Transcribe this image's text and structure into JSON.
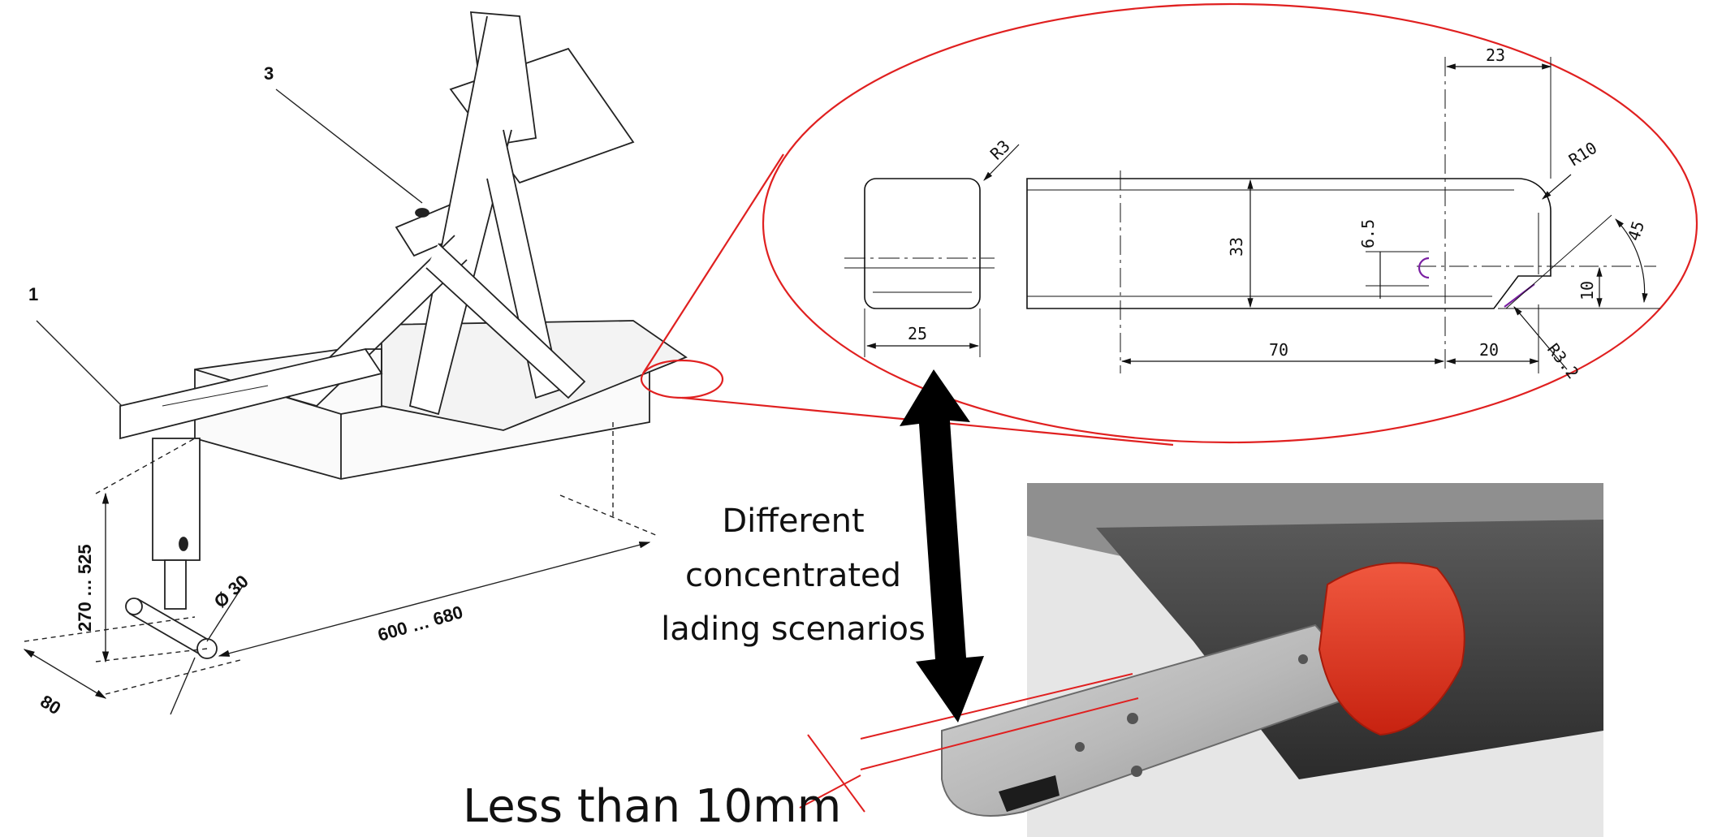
{
  "isometric_fixture": {
    "part_labels": [
      "1",
      "3"
    ],
    "dimensions": {
      "height_range": "270 … 525",
      "diameter": "Ø 30",
      "length_range": "600 … 680",
      "width": "80"
    }
  },
  "detail_drawing": {
    "radius_left": "R3",
    "width_left": "25",
    "height_main": "33",
    "slot_width": "6.5",
    "length_main": "70",
    "length_tip": "20",
    "top_offset": "23",
    "radius_corner": "R10",
    "tip_height": "10",
    "angle": "45",
    "radius_tip": "R3.2"
  },
  "annotations": {
    "scenario_text": [
      "Different",
      "concentrated",
      "lading scenarios"
    ],
    "thickness_note": "Less than 10mm"
  },
  "colors": {
    "callout_red": "#e02020",
    "latch_red": "#e8321e",
    "arrow": "#000000",
    "photo_bg": "#e6e6e6"
  }
}
